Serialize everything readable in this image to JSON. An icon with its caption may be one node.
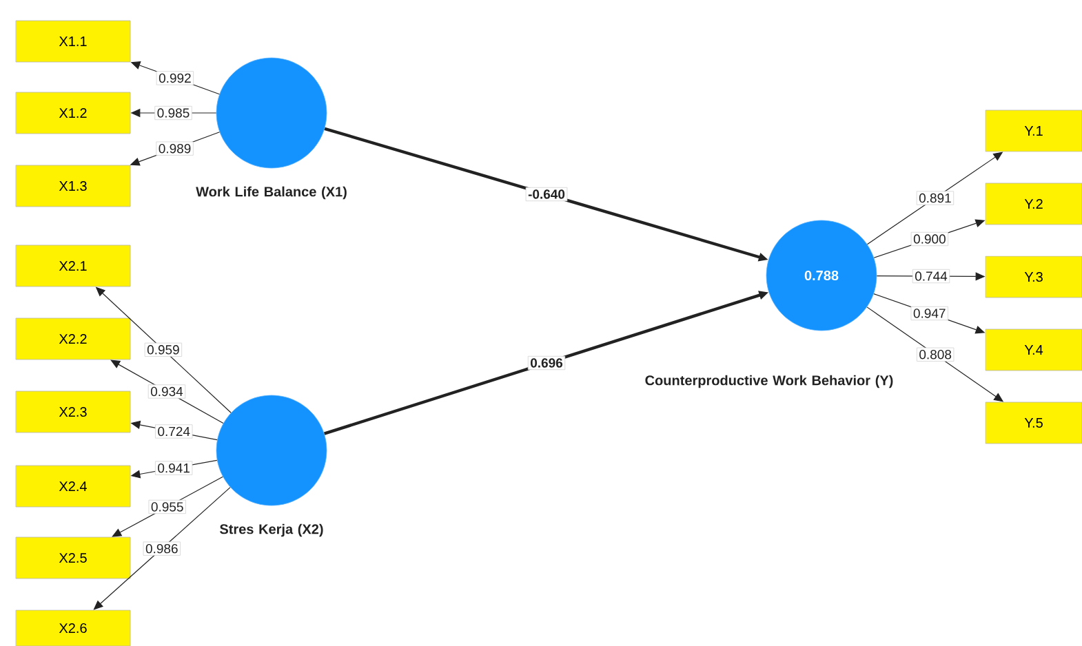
{
  "diagram": {
    "nodes": [
      {
        "text": [
          "X1.1"
        ]
      },
      {
        "text": [
          "X1.2"
        ]
      },
      {
        "text": [
          "X1.3"
        ]
      },
      {
        "text": [
          "Work Life Balance (X1)"
        ]
      },
      {
        "text": [
          "X2.1"
        ]
      },
      {
        "text": [
          "X2.2"
        ]
      },
      {
        "text": [
          "X2.3"
        ]
      },
      {
        "text": [
          "X2.4"
        ]
      },
      {
        "text": [
          "X2.5"
        ]
      },
      {
        "text": [
          "X2.6"
        ]
      },
      {
        "text": [
          "Stres Kerja (X2)"
        ]
      },
      {
        "text": [
          "0.788",
          "Counterproductive Work Behavior (Y)"
        ]
      },
      {
        "text": [
          "Y.1"
        ]
      },
      {
        "text": [
          "Y.2"
        ]
      },
      {
        "text": [
          "Y.3"
        ]
      },
      {
        "text": [
          "Y.4"
        ]
      },
      {
        "text": [
          "Y.5"
        ]
      }
    ],
    "edges": [
      {
        "from": 3,
        "to": 0,
        "arrow": "to",
        "label": "0.992"
      },
      {
        "from": 3,
        "to": 1,
        "arrow": "to",
        "label": "0.985"
      },
      {
        "from": 3,
        "to": 2,
        "arrow": "to",
        "label": "0.989"
      },
      {
        "from": 10,
        "to": 4,
        "arrow": "to",
        "label": "0.959"
      },
      {
        "from": 10,
        "to": 5,
        "arrow": "to",
        "label": "0.934"
      },
      {
        "from": 10,
        "to": 6,
        "arrow": "to",
        "label": "0.724"
      },
      {
        "from": 10,
        "to": 7,
        "arrow": "to",
        "label": "0.941"
      },
      {
        "from": 10,
        "to": 8,
        "arrow": "to",
        "label": "0.955"
      },
      {
        "from": 10,
        "to": 9,
        "arrow": "to",
        "label": "0.986"
      },
      {
        "from": 3,
        "to": 11,
        "arrow": "to",
        "label": "-0.640",
        "style": "thick"
      },
      {
        "from": 10,
        "to": 11,
        "arrow": "to",
        "label": "0.696",
        "style": "thick"
      },
      {
        "from": 11,
        "to": 12,
        "arrow": "to",
        "label": "0.891"
      },
      {
        "from": 11,
        "to": 13,
        "arrow": "to",
        "label": "0.900"
      },
      {
        "from": 11,
        "to": 14,
        "arrow": "to",
        "label": "0.744"
      },
      {
        "from": 11,
        "to": 15,
        "arrow": "to",
        "label": "0.947"
      },
      {
        "from": 11,
        "to": 16,
        "arrow": "to",
        "label": "0.808"
      }
    ]
  }
}
